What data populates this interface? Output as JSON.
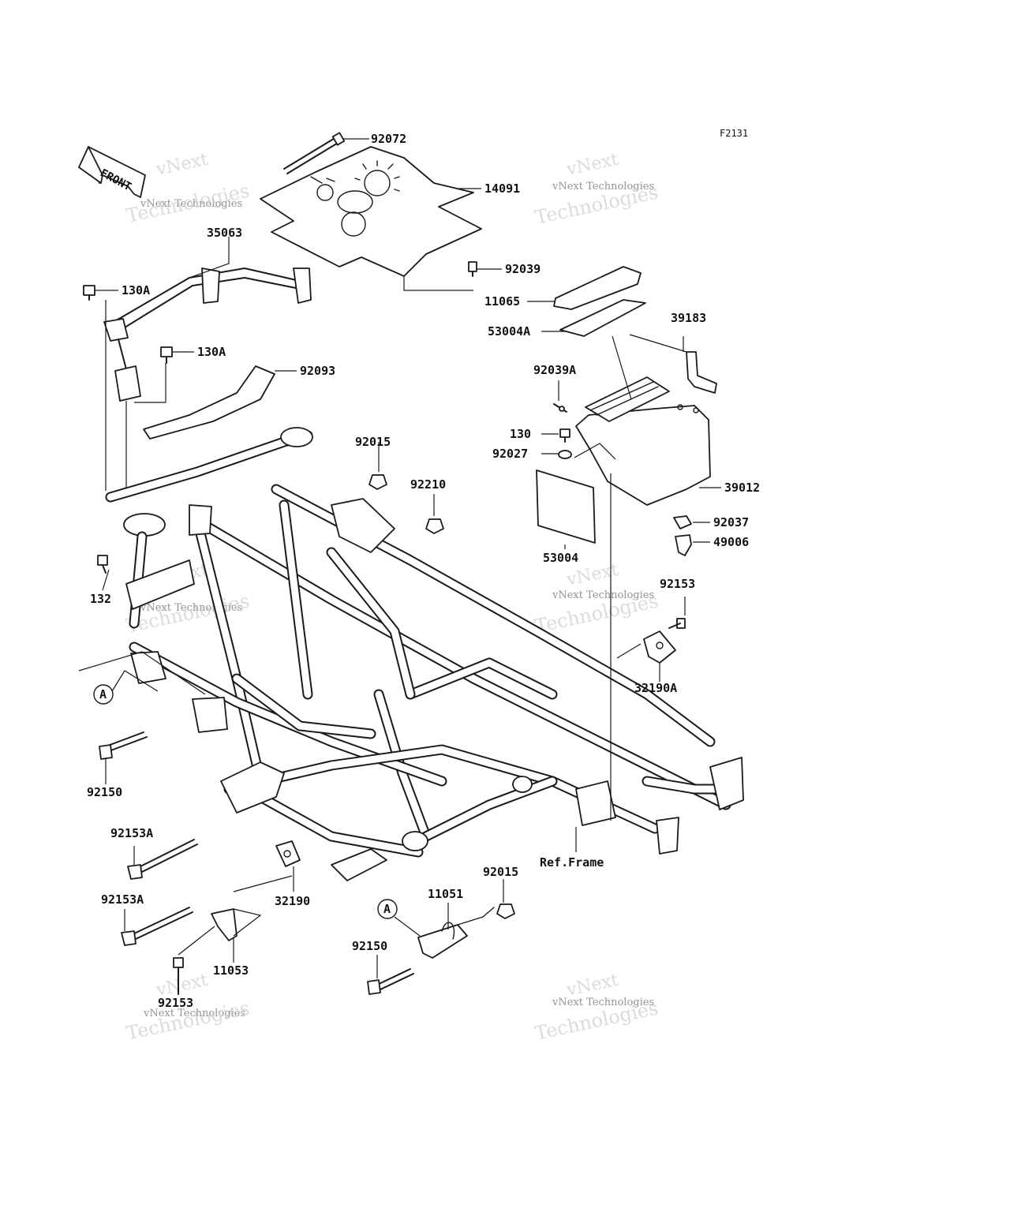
{
  "figure_code": "F2131",
  "front_arrow_label": "FRONT",
  "watermark": {
    "line1": "vNext",
    "line2": "vNext Technologies",
    "line3": "Technologies"
  },
  "callouts": [
    {
      "id": "92072",
      "label": "92072"
    },
    {
      "id": "14091",
      "label": "14091"
    },
    {
      "id": "92039",
      "label": "92039"
    },
    {
      "id": "35063",
      "label": "35063"
    },
    {
      "id": "130A-1",
      "label": "130A"
    },
    {
      "id": "130A-2",
      "label": "130A"
    },
    {
      "id": "92093",
      "label": "92093"
    },
    {
      "id": "11065",
      "label": "11065"
    },
    {
      "id": "53004A",
      "label": "53004A"
    },
    {
      "id": "39183",
      "label": "39183"
    },
    {
      "id": "92039A",
      "label": "92039A"
    },
    {
      "id": "130",
      "label": "130"
    },
    {
      "id": "92027",
      "label": "92027"
    },
    {
      "id": "92015-1",
      "label": "92015"
    },
    {
      "id": "92210",
      "label": "92210"
    },
    {
      "id": "39012",
      "label": "39012"
    },
    {
      "id": "92037",
      "label": "92037"
    },
    {
      "id": "49006",
      "label": "49006"
    },
    {
      "id": "53004",
      "label": "53004"
    },
    {
      "id": "132",
      "label": "132"
    },
    {
      "id": "92153-1",
      "label": "92153"
    },
    {
      "id": "32190A",
      "label": "32190A"
    },
    {
      "id": "A-1",
      "label": "A"
    },
    {
      "id": "92150-1",
      "label": "92150"
    },
    {
      "id": "92153A-1",
      "label": "92153A"
    },
    {
      "id": "ref-frame",
      "label": "Ref.Frame"
    },
    {
      "id": "92015-2",
      "label": "92015"
    },
    {
      "id": "11051",
      "label": "11051"
    },
    {
      "id": "32190",
      "label": "32190"
    },
    {
      "id": "92153A-2",
      "label": "92153A"
    },
    {
      "id": "A-2",
      "label": "A"
    },
    {
      "id": "92150-2",
      "label": "92150"
    },
    {
      "id": "11053",
      "label": "11053"
    },
    {
      "id": "92153-2",
      "label": "92153"
    }
  ]
}
